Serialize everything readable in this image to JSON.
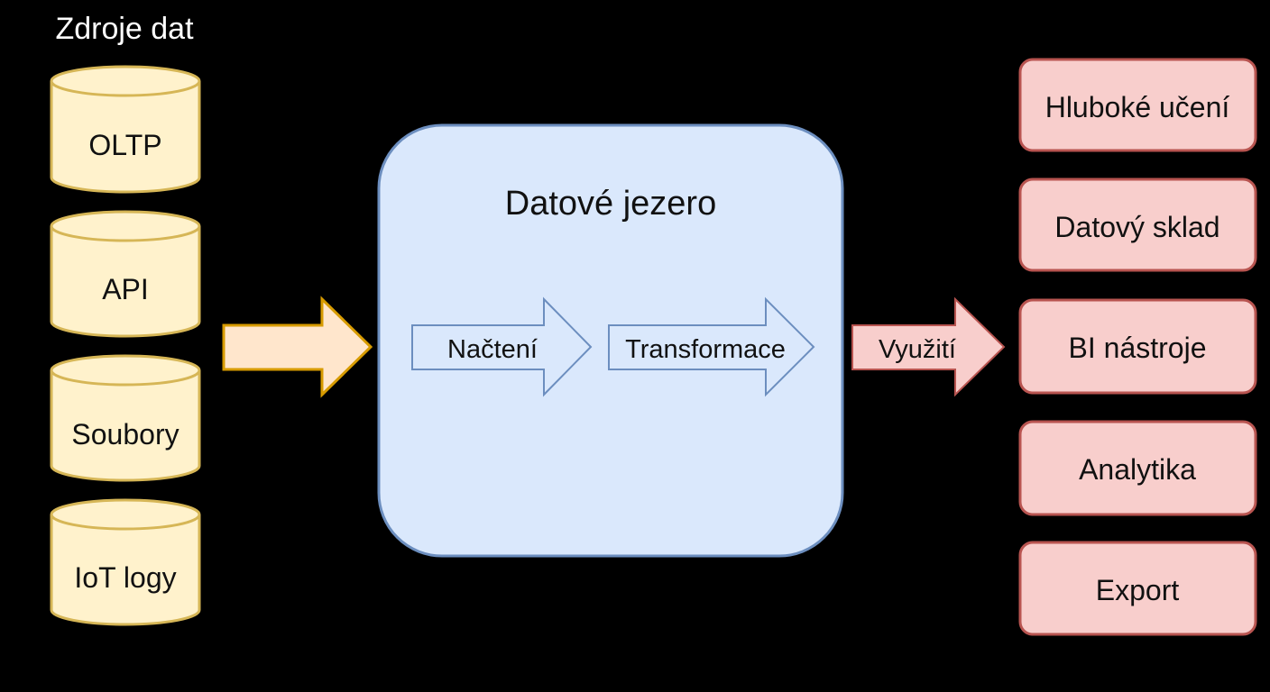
{
  "sources": {
    "title": "Zdroje dat",
    "items": [
      {
        "label": "OLTP"
      },
      {
        "label": "API"
      },
      {
        "label": "Soubory"
      },
      {
        "label": "IoT logy"
      }
    ]
  },
  "lake": {
    "title": "Datové jezero",
    "steps": [
      {
        "label": "Načtení"
      },
      {
        "label": "Transformace"
      }
    ]
  },
  "usage_arrow": {
    "label": "Využití"
  },
  "consumers": {
    "items": [
      {
        "label": "Hluboké učení"
      },
      {
        "label": "Datový sklad"
      },
      {
        "label": "BI nástroje"
      },
      {
        "label": "Analytika"
      },
      {
        "label": "Export"
      }
    ]
  },
  "colors": {
    "background": "#000000",
    "source_fill": "#fff2cc",
    "source_stroke": "#d6b656",
    "lake_fill": "#dae8fc",
    "lake_stroke": "#6c8ebf",
    "ingest_arrow_fill": "#ffe6cc",
    "ingest_arrow_stroke": "#d79b00",
    "consumer_fill": "#f8cecc",
    "consumer_stroke": "#b85450"
  }
}
